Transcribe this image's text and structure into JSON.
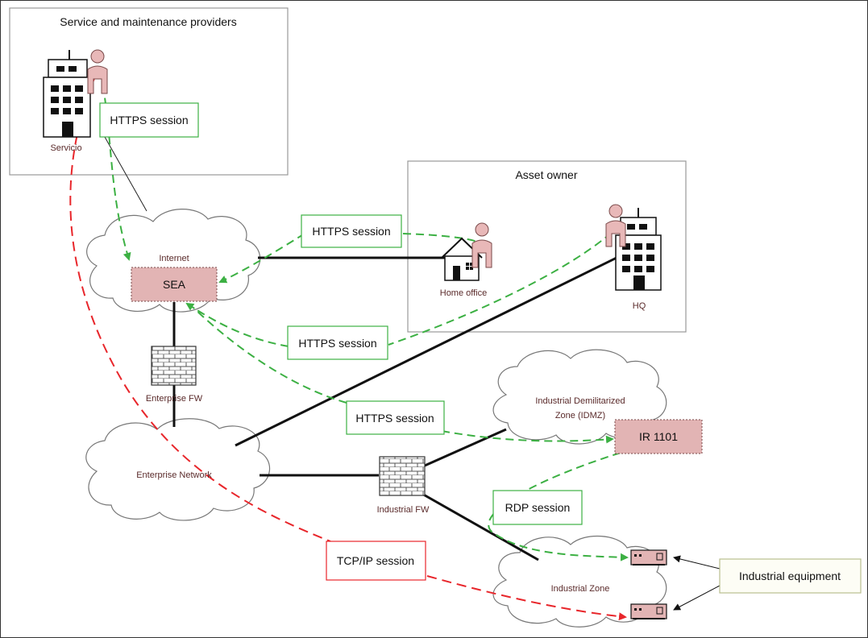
{
  "labels": {
    "provider_group": "Service and maintenance providers",
    "servicio": "Servicio",
    "asset_owner": "Asset owner",
    "home_office": "Home office",
    "hq": "HQ",
    "internet": "Internet",
    "sea": "SEA",
    "enterprise_fw": "Enterprise FW",
    "enterprise_network": "Enterprise Network",
    "idmz_line1": "Industrial Demilitarized",
    "idmz_line2": "Zone (IDMZ)",
    "ir1101": "IR 1101",
    "industrial_fw": "Industrial FW",
    "industrial_zone": "Industrial Zone",
    "industrial_equipment": "Industrial equipment"
  },
  "sessions": {
    "https_provider": "HTTPS session",
    "https_home": "HTTPS session",
    "https_hq": "HTTPS session",
    "https_idmz": "HTTPS session",
    "rdp": "RDP session",
    "tcpip": "TCP/IP session"
  },
  "colors": {
    "green_session": "#3cb043",
    "red_session": "#e8262b",
    "device_fill": "#e2b4b4",
    "person_fill": "#e8b8b8",
    "link": "#111111"
  }
}
